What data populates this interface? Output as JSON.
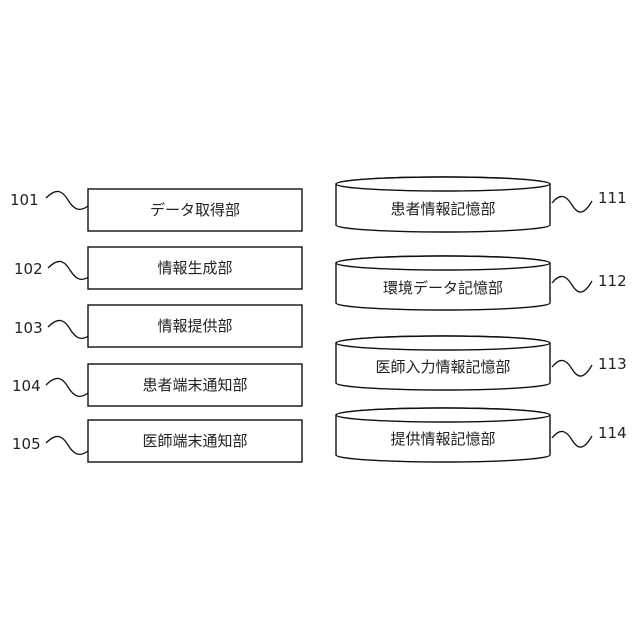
{
  "modules": [
    {
      "ref": "101",
      "label": "データ取得部"
    },
    {
      "ref": "102",
      "label": "情報生成部"
    },
    {
      "ref": "103",
      "label": "情報提供部"
    },
    {
      "ref": "104",
      "label": "患者端末通知部"
    },
    {
      "ref": "105",
      "label": "医師端末通知部"
    }
  ],
  "storages": [
    {
      "ref": "111",
      "label": "患者情報記憶部"
    },
    {
      "ref": "112",
      "label": "環境データ記憶部"
    },
    {
      "ref": "113",
      "label": "医師入力情報記憶部"
    },
    {
      "ref": "114",
      "label": "提供情報記憶部"
    }
  ]
}
